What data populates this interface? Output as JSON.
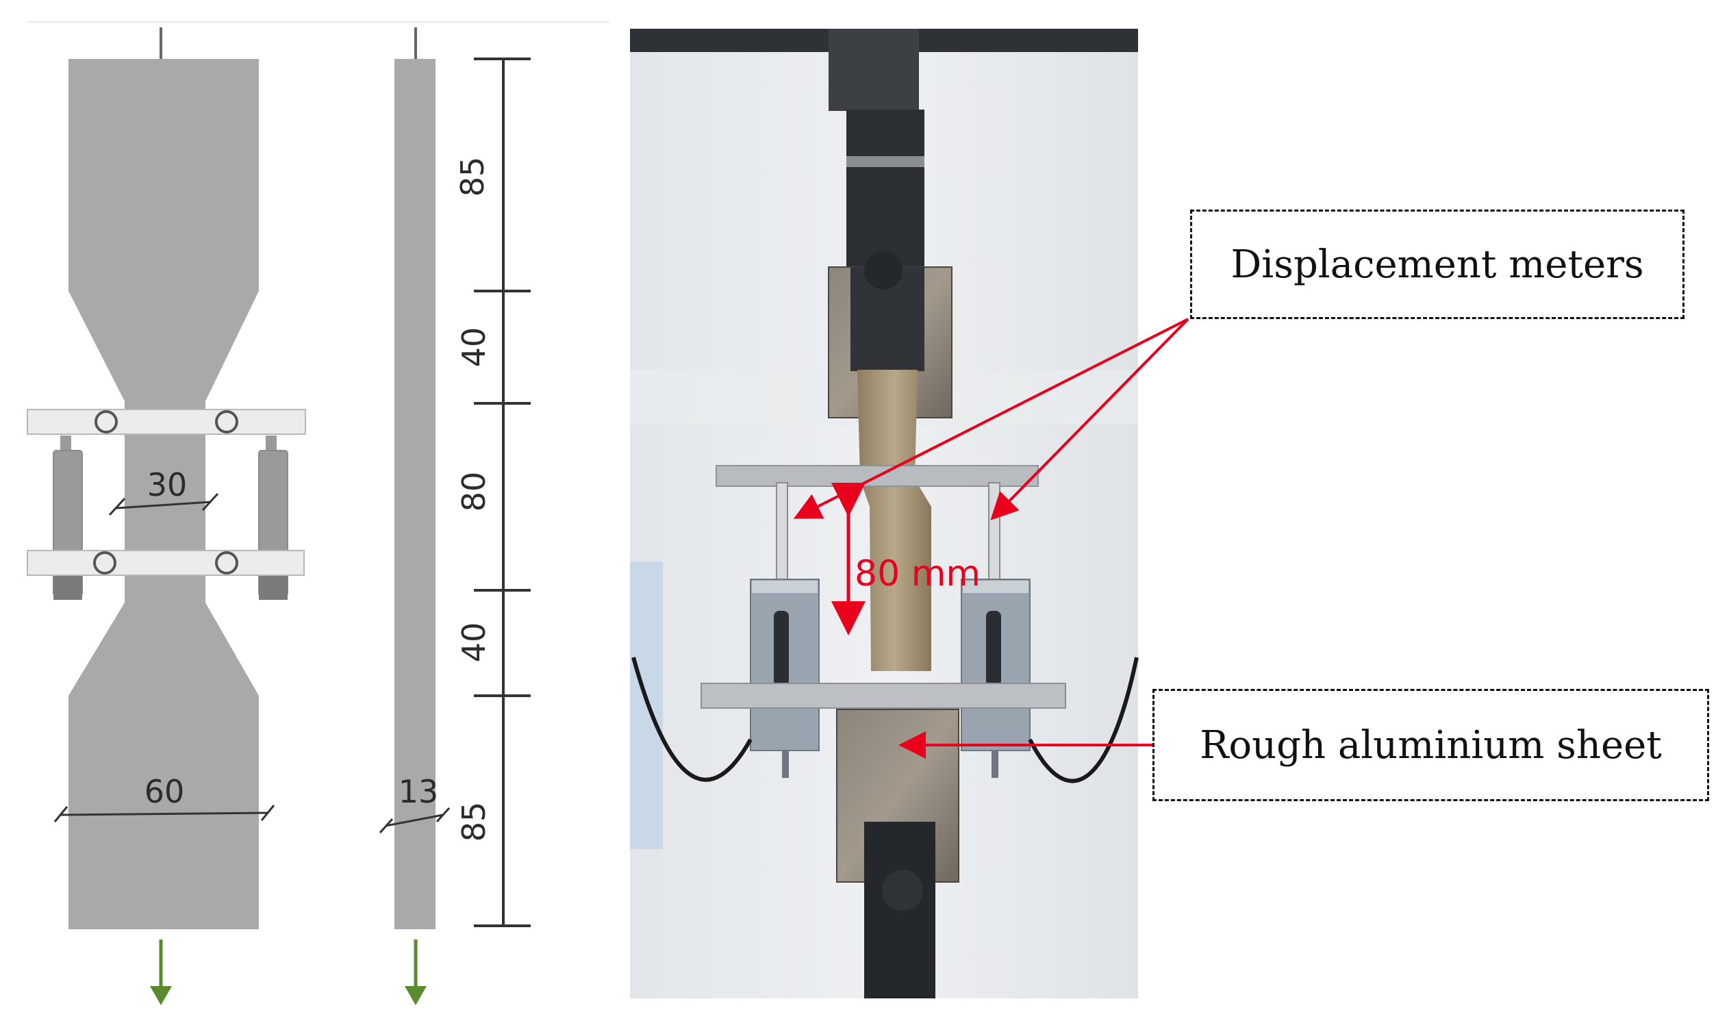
{
  "drawing": {
    "front_view": {
      "gauge_width": "30",
      "full_width": "60"
    },
    "side_view": {
      "thickness": "13"
    },
    "length_segments": [
      "85",
      "40",
      "80",
      "40",
      "85"
    ]
  },
  "photo": {
    "gauge_length_label": "80 mm"
  },
  "callouts": {
    "displacement_meters": "Displacement meters",
    "rough_aluminium_sheet": "Rough aluminium sheet"
  },
  "colors": {
    "specimen_gray": "#a9a9a9",
    "arrow_green": "#5a8a2e",
    "annotation_red": "#e8001c",
    "clamp_white": "#f2f2f2"
  }
}
